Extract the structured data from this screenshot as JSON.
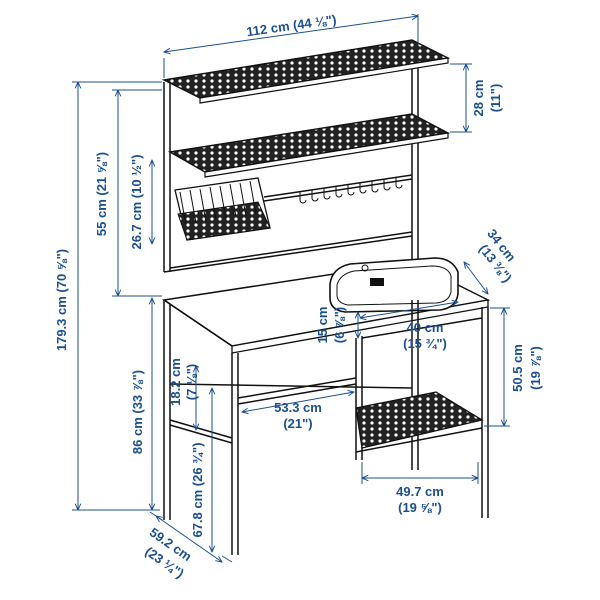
{
  "colors": {
    "dimension": "#1a4f8f",
    "object": "#111111",
    "background": "#ffffff"
  },
  "dimensions": {
    "overall_width": "112 cm (44 ⅛\")",
    "overall_height": "179.3 cm (70 ⅝\")",
    "upper_section_height": "55 cm (21 ⅝\")",
    "rack_height": "26.7 cm (10 ½\")",
    "shelf_spacing": "28 cm",
    "shelf_spacing_in": "(11\")",
    "sink_depth": "34 cm",
    "sink_depth_in": "(13 ⅜\")",
    "sink_width": "40 cm",
    "sink_width_in": "(15 ¾\")",
    "basin_depth": "15 cm",
    "basin_depth_in": "(6 ⅞\")",
    "cabinet_height": "50.5 cm",
    "cabinet_height_in": "(19 ⅞\")",
    "counter_height": "86 cm (33 ⅞\")",
    "lower_rail_height": "18.2 cm",
    "lower_rail_height_in": "(7 ⅛\")",
    "knee_height": "67.8 cm (26 ¾\")",
    "knee_width": "53.3 cm",
    "knee_width_in": "(21\")",
    "cabinet_width": "49.7 cm",
    "cabinet_width_in": "(19 ⅝\")",
    "depth": "59.2 cm",
    "depth_in": "(23 ¼\")"
  }
}
